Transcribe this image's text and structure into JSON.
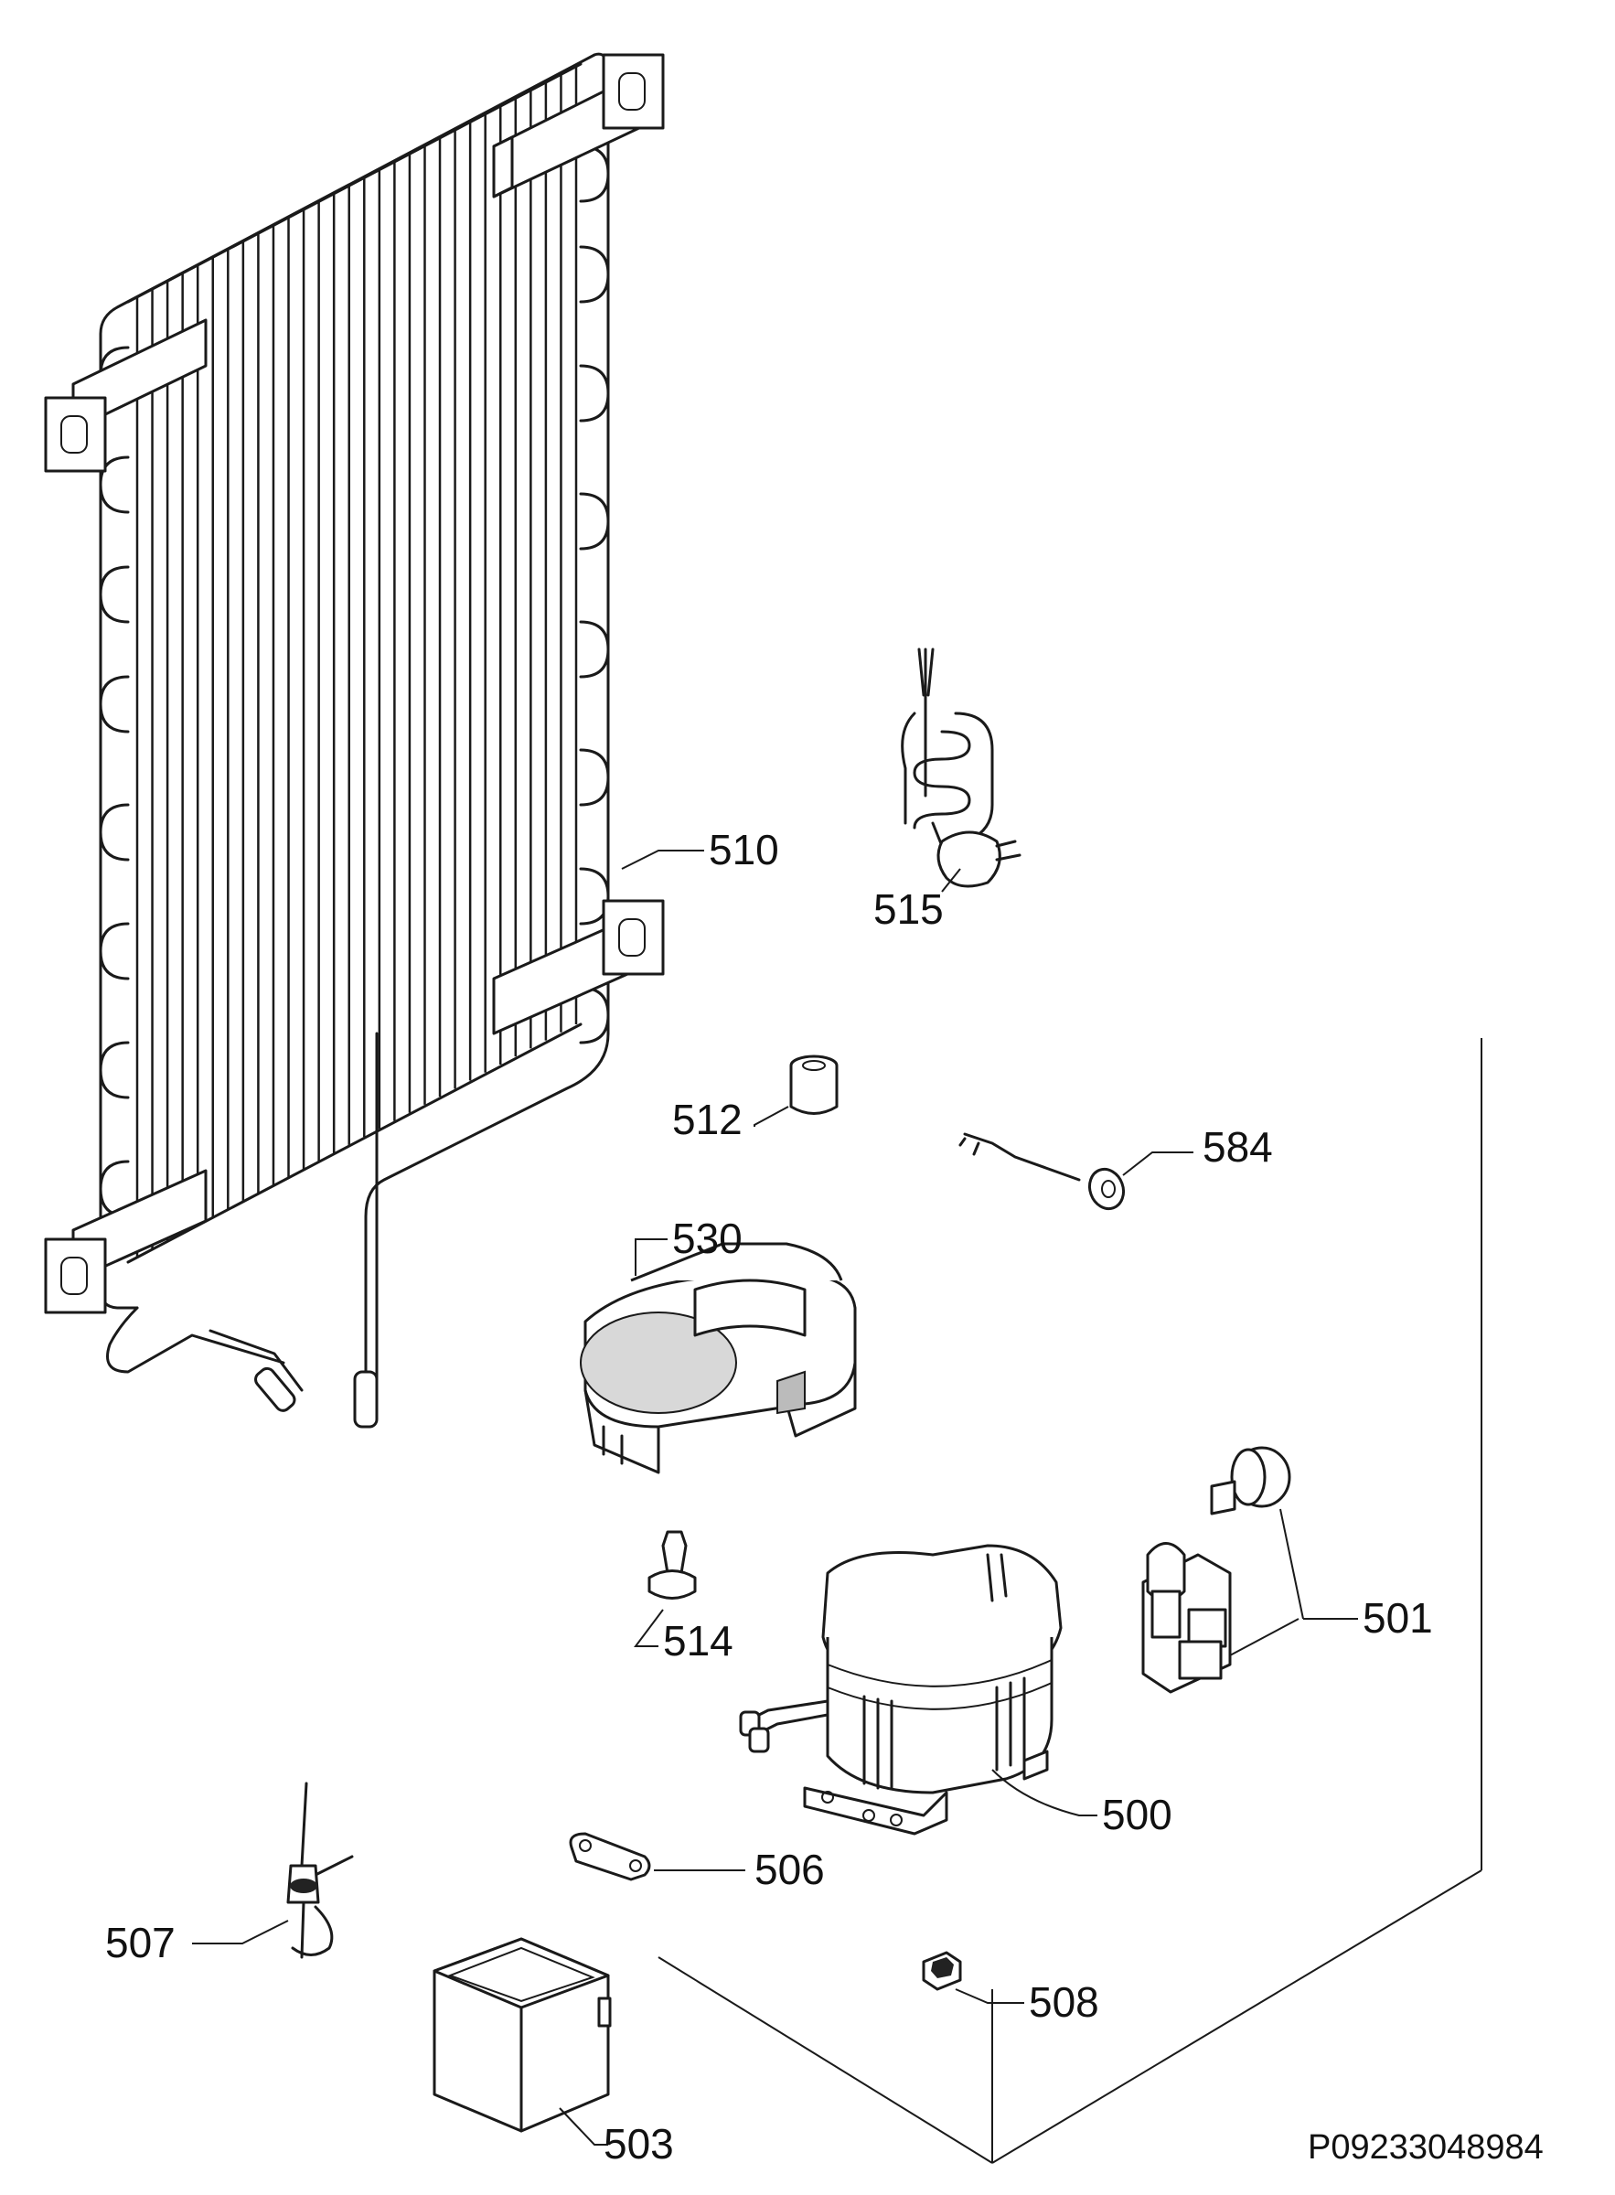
{
  "labels": {
    "p500": "500",
    "p501": "501",
    "p503": "503",
    "p506": "506",
    "p507": "507",
    "p508": "508",
    "p510": "510",
    "p512": "512",
    "p514": "514",
    "p515": "515",
    "p530": "530",
    "p584": "584"
  },
  "document_ref": "P09233048984"
}
